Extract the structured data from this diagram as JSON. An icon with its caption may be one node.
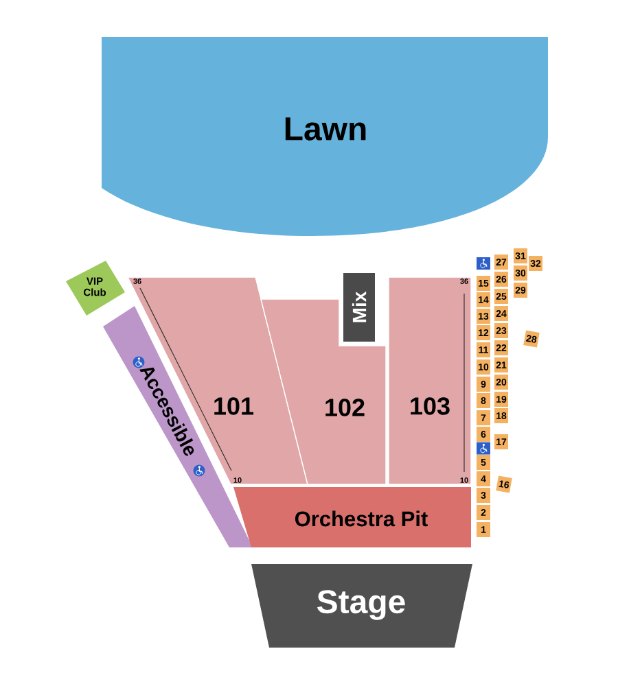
{
  "diagram": {
    "nodes": [
      {
        "text": [
          "Lawn"
        ]
      },
      {
        "text": [
          "VIP Club"
        ]
      },
      {
        "text": [
          "101"
        ]
      },
      {
        "text": [
          "Mix"
        ]
      },
      {
        "text": [
          "102"
        ]
      },
      {
        "text": [
          "103"
        ]
      },
      {
        "text": [
          "Accessible"
        ]
      },
      {
        "text": [
          "1"
        ]
      },
      {
        "text": [
          "2"
        ]
      },
      {
        "text": [
          "3"
        ]
      },
      {
        "text": [
          "4"
        ]
      },
      {
        "text": [
          "5"
        ]
      },
      {
        "text": [
          "6"
        ]
      },
      {
        "text": [
          "7"
        ]
      },
      {
        "text": [
          "8"
        ]
      },
      {
        "text": [
          "9"
        ]
      },
      {
        "text": [
          "10"
        ]
      },
      {
        "text": [
          "11"
        ]
      },
      {
        "text": [
          "12"
        ]
      },
      {
        "text": [
          "13"
        ]
      },
      {
        "text": [
          "14"
        ]
      },
      {
        "text": [
          "15"
        ]
      },
      {
        "text": [
          "16"
        ]
      },
      {
        "text": [
          "17"
        ]
      },
      {
        "text": [
          "18"
        ]
      },
      {
        "text": [
          "19"
        ]
      },
      {
        "text": [
          "20"
        ]
      },
      {
        "text": [
          "21"
        ]
      },
      {
        "text": [
          "22"
        ]
      },
      {
        "text": [
          "23"
        ]
      },
      {
        "text": [
          "24"
        ]
      },
      {
        "text": [
          "25"
        ]
      },
      {
        "text": [
          "26"
        ]
      },
      {
        "text": [
          "27"
        ]
      },
      {
        "text": [
          "28"
        ]
      },
      {
        "text": [
          "29"
        ]
      },
      {
        "text": [
          "30"
        ]
      },
      {
        "text": [
          "31"
        ]
      },
      {
        "text": [
          "32"
        ]
      },
      {
        "text": [
          "Orchestra Pit"
        ]
      },
      {
        "text": [
          "Stage"
        ]
      }
    ],
    "labels": [
      "36",
      "36",
      "10",
      "10"
    ]
  }
}
